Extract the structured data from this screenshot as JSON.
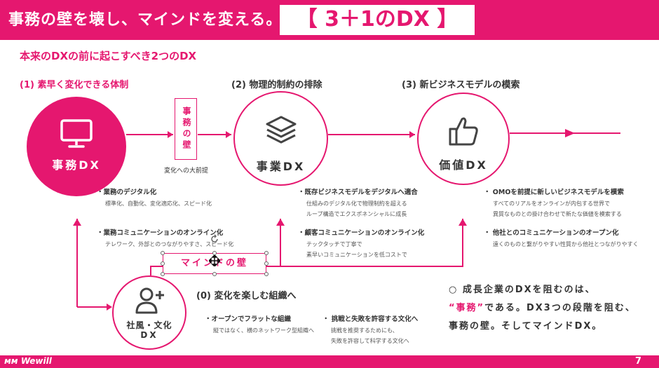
{
  "header": {
    "title": "事務の壁を壊し、マインドを変える。",
    "badge": "【 3＋1のDX 】"
  },
  "subtitle": "本来のDXの前に起こすべき2つのDX",
  "sections": {
    "s1": {
      "heading": "(1) 素早く変化できる体制",
      "circle": "事務DX",
      "items": [
        {
          "bullet": "・業務のデジタル化",
          "detail": [
            "標準化、自動化、変化適応化、スピード化"
          ]
        },
        {
          "bullet": "・業務コミュニケーションのオンライン化",
          "detail": [
            "テレワーク、外部とのつながりやすさ、スピード化"
          ]
        }
      ]
    },
    "s2": {
      "heading": "(2) 物理的制約の排除",
      "circle": "事業DX",
      "items": [
        {
          "bullet": "・既存ビジネスモデルをデジタルへ適合",
          "detail": [
            "仕組みのデジタル化で物理制約を超える",
            "ループ構造でエクスポネンシャルに成長"
          ]
        },
        {
          "bullet": "・顧客コミュニケーションのオンライン化",
          "detail": [
            "テックタッチで丁寧で",
            "素早いコミュニケーションを低コストで"
          ]
        }
      ]
    },
    "s3": {
      "heading": "(3) 新ビジネスモデルの模索",
      "circle": "価値DX",
      "items": [
        {
          "bullet": "・ OMOを前提に新しいビジネスモデルを模索",
          "detail": [
            "すべてのリアルをオンラインが内包する世界で",
            "異質なものとの掛け合わせで新たな価値を模索する"
          ]
        },
        {
          "bullet": "・ 他社とのコミュニケーションのオープン化",
          "detail": [
            "遠くのものと繋がりやすい性質から他社とつながりやすく"
          ]
        }
      ]
    },
    "s0": {
      "heading": "(0) 変化を楽しむ組織へ",
      "circle_line1": "社風・文化",
      "circle_line2": "DX",
      "items": [
        {
          "bullet": "・オープンでフラットな組織",
          "detail": [
            "縦ではなく、横のネットワーク型組織へ"
          ]
        },
        {
          "bullet": "・ 挑戦と失敗を許容する文化へ",
          "detail": [
            "挑戦を推奨するためにも、",
            "失敗を許容して科学する文化へ"
          ]
        }
      ]
    }
  },
  "wall": {
    "label": "事務の壁",
    "caption": "変化への大前提"
  },
  "mind_wall": "マインドの壁",
  "summary": {
    "line1": "○ 成長企業のDXを阻むのは、",
    "line2_pink": "“事務”",
    "line2_rest": "である。DX3つの段階を阻む、",
    "line3": "事務の壁。そしてマインドDX。"
  },
  "footer": {
    "logo": "Wewill",
    "page": "7"
  },
  "colors": {
    "accent": "#e5176f"
  },
  "icons": [
    "monitor-icon",
    "layers-icon",
    "thumbs-up-icon",
    "user-plus-icon",
    "rotate-handle-icon",
    "move-cursor-icon"
  ]
}
